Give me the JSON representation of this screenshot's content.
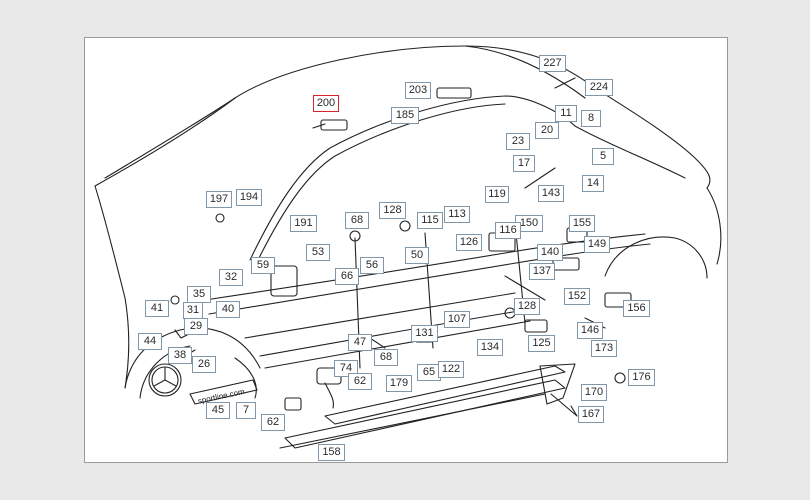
{
  "colors": {
    "page_bg": "#e9e9e9",
    "sheet_bg": "#ffffff",
    "callout_border": "#7f97a8",
    "selected_border": "#d8242b",
    "line": "#222222"
  },
  "diagram": {
    "badge_text": "sportline.com",
    "selected_part": "200",
    "parts": [
      "200",
      "203",
      "185",
      "227",
      "224",
      "11",
      "20",
      "8",
      "23",
      "5",
      "17",
      "143",
      "14",
      "197",
      "194",
      "191",
      "68",
      "128",
      "115",
      "113",
      "119",
      "150",
      "116",
      "155",
      "126",
      "140",
      "149",
      "137",
      "53",
      "56",
      "50",
      "59",
      "66",
      "32",
      "35",
      "40",
      "41",
      "31",
      "29",
      "44",
      "38",
      "26",
      "128",
      "152",
      "156",
      "107",
      "131",
      "47",
      "68",
      "134",
      "125",
      "146",
      "173",
      "74",
      "62",
      "179",
      "65",
      "122",
      "45",
      "7",
      "62",
      "158",
      "170",
      "176",
      "167"
    ]
  }
}
